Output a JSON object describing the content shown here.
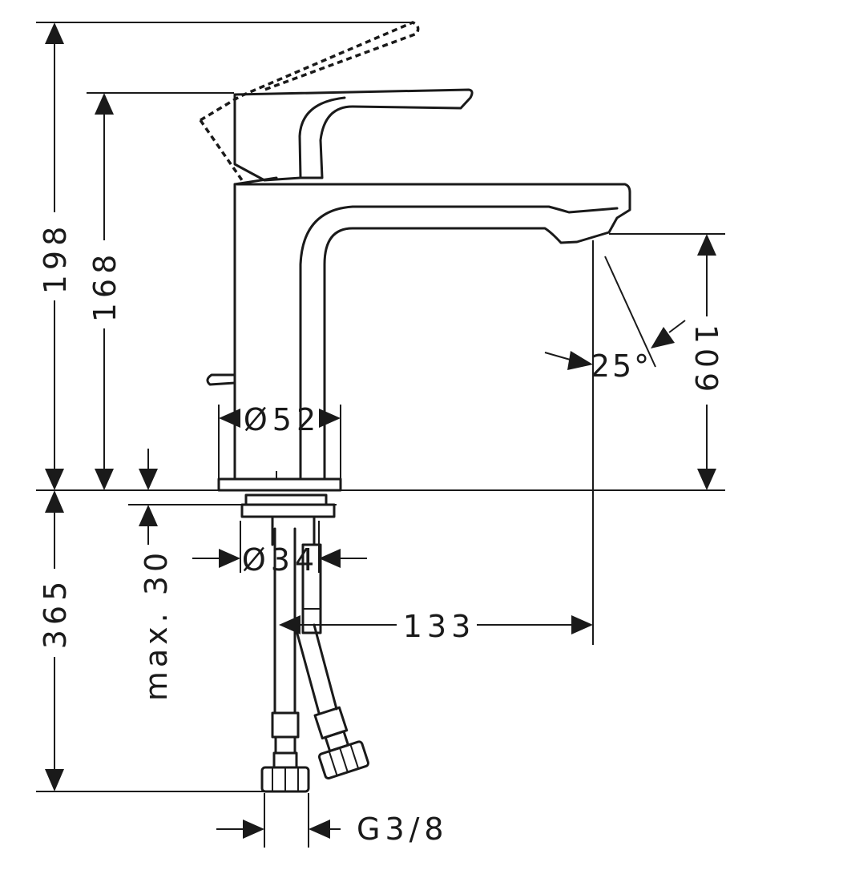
{
  "dimensions": {
    "total_height": "198",
    "body_height": "168",
    "spout_height": "109",
    "below_deck": "365",
    "max_thickness": "max. 30",
    "body_diameter": "Ø52",
    "shank_diameter": "Ø34",
    "reach": "133",
    "spray_angle": "25°",
    "connection": "G3/8"
  }
}
